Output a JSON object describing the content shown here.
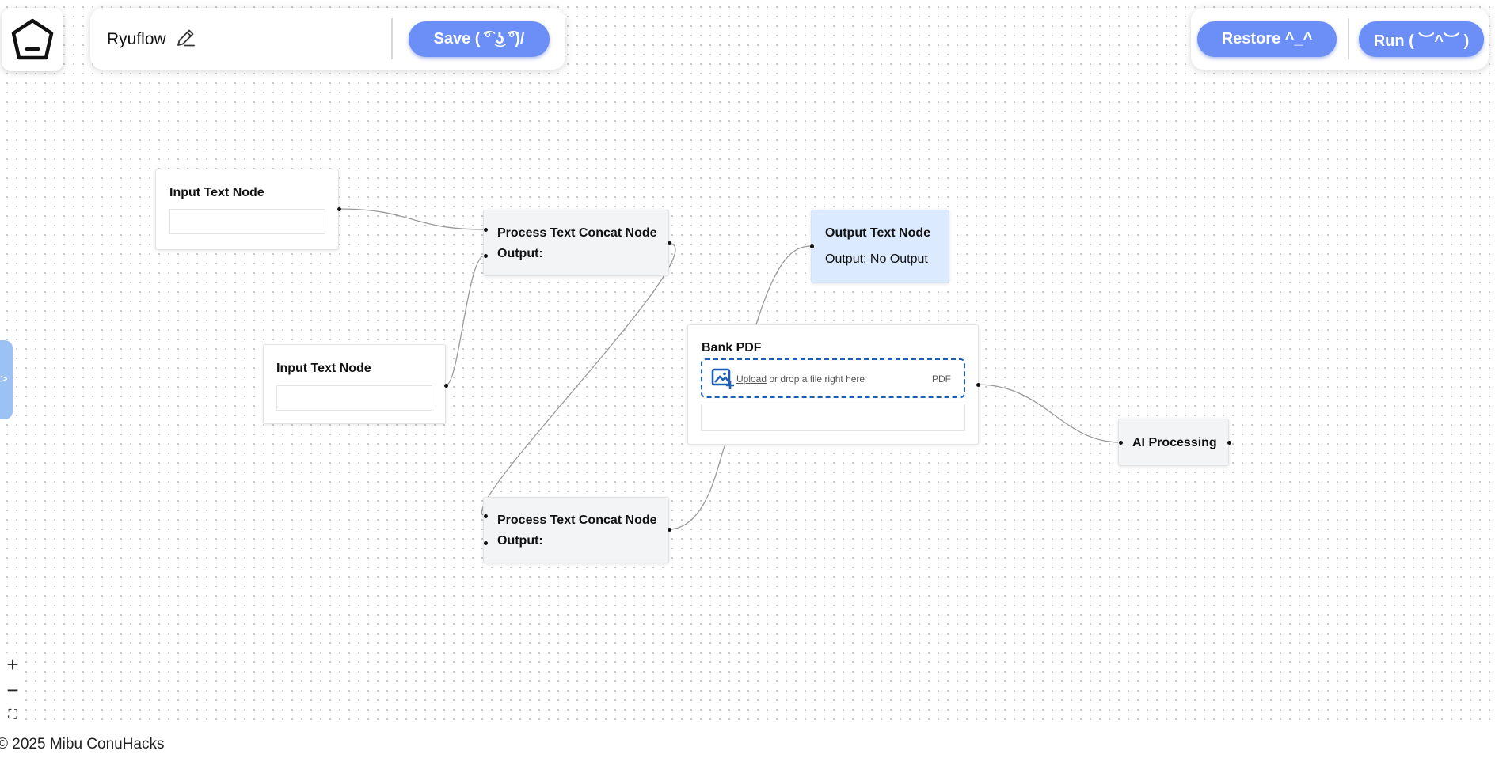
{
  "app": {
    "flow_name": "Ryuflow",
    "save_label": "Save ( ͡° ͜ʖ ͡°)/",
    "restore_label": "Restore ^_^",
    "run_label": "Run ( ︶^︶ )"
  },
  "sidebar_toggle": {
    "label": ">"
  },
  "nodes": {
    "input_text_1": {
      "title": "Input Text Node",
      "value": ""
    },
    "input_text_2": {
      "title": "Input Text Node",
      "value": ""
    },
    "concat_1": {
      "title": "Process Text Concat Node",
      "output_label": "Output:"
    },
    "concat_2": {
      "title": "Process Text Concat Node",
      "output_label": "Output:"
    },
    "output_text": {
      "title": "Output Text Node",
      "output_text": "Output: No Output"
    },
    "bank_pdf": {
      "title": "Bank PDF",
      "upload_link": "Upload",
      "upload_hint": " or drop a file right here",
      "file_type": "PDF",
      "value": ""
    },
    "ai_processing": {
      "title": "AI Processing"
    }
  },
  "zoom_controls": {
    "zoom_in": "+",
    "zoom_out": "−",
    "fit_view": "⛶"
  },
  "footer": {
    "text": "© 2025 Mibu ConuHacks"
  },
  "colors": {
    "accent": "#6b8ff7",
    "node_gray": "#f3f4f6",
    "node_blue": "#dbeafe",
    "dropzone_border": "#1d5fb8",
    "side_toggle": "#9cc2f5"
  }
}
